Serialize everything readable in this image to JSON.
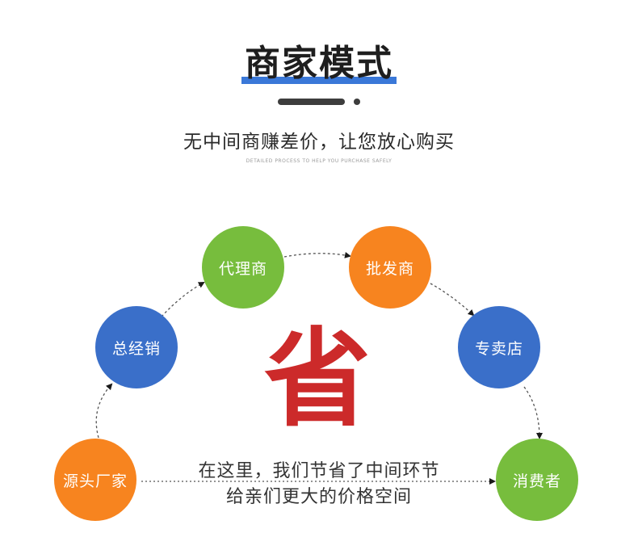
{
  "header": {
    "title": "商家模式",
    "subtitle": "无中间商赚差价，让您放心购买",
    "tagline": "DETAILED PROCESS TO HELP YOU PURCHASE SAFELY"
  },
  "flow": {
    "nodes": [
      {
        "label": "源头厂家",
        "color": "#f7841f"
      },
      {
        "label": "总经销",
        "color": "#3a6fc9"
      },
      {
        "label": "代理商",
        "color": "#77bd3d"
      },
      {
        "label": "批发商",
        "color": "#f7841f"
      },
      {
        "label": "专卖店",
        "color": "#3a6fc9"
      },
      {
        "label": "消费者",
        "color": "#77bd3d"
      }
    ],
    "center_char": "省",
    "message_line1": "在这里，我们节省了中间环节",
    "message_line2": "给亲们更大的价格空间"
  },
  "colors": {
    "accent_blue": "#3a78d8",
    "save_red": "#cc2a2a"
  }
}
